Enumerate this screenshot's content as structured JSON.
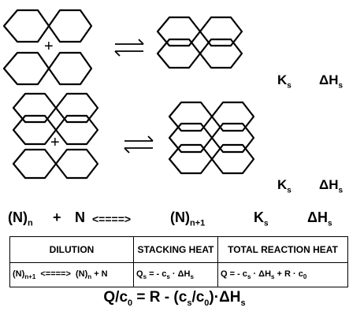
{
  "scheme_rows": [
    {
      "constant": "K",
      "constant_sub": "s",
      "enthalpy": "ΔH",
      "enthalpy_sub": "s"
    },
    {
      "constant": "K",
      "constant_sub": "s",
      "enthalpy": "ΔH",
      "enthalpy_sub": "s"
    }
  ],
  "plus_sign": "+",
  "general_equation": {
    "lhs": "(N)",
    "lhs_sub": "n",
    "plus": "+",
    "monomer": "N",
    "arrow": "<====>",
    "rhs": "(N)",
    "rhs_sub": "n+1",
    "constant": "K",
    "constant_sub": "s",
    "enthalpy": "ΔH",
    "enthalpy_sub": "s"
  },
  "table": {
    "headers": [
      "DILUTION",
      "STACKING HEAT",
      "TOTAL REACTION HEAT"
    ],
    "dilution": {
      "a": "(N)",
      "a_sub": "n+1",
      "arrow": "<====>",
      "b": "(N)",
      "b_sub": "n",
      "c": "+ N"
    },
    "stacking": {
      "pre": "Q",
      "pre_sub": "s",
      "mid": "= - c",
      "mid_sub": "s",
      "post": "· ΔH",
      "post_sub": "s"
    },
    "total": {
      "pre": "Q = - c",
      "pre_sub": "s",
      "mid": "· ΔH",
      "mid_sub": "s",
      "post": "+ R · c",
      "post_sub": "0"
    }
  },
  "final_equation": {
    "p1": "Q/c",
    "p1_sub": "0",
    "p2": " = R - (c",
    "p2_sub": "s",
    "p3": "/c",
    "p3_sub": "0",
    "p4": ")·ΔH",
    "p4_sub": "s"
  }
}
